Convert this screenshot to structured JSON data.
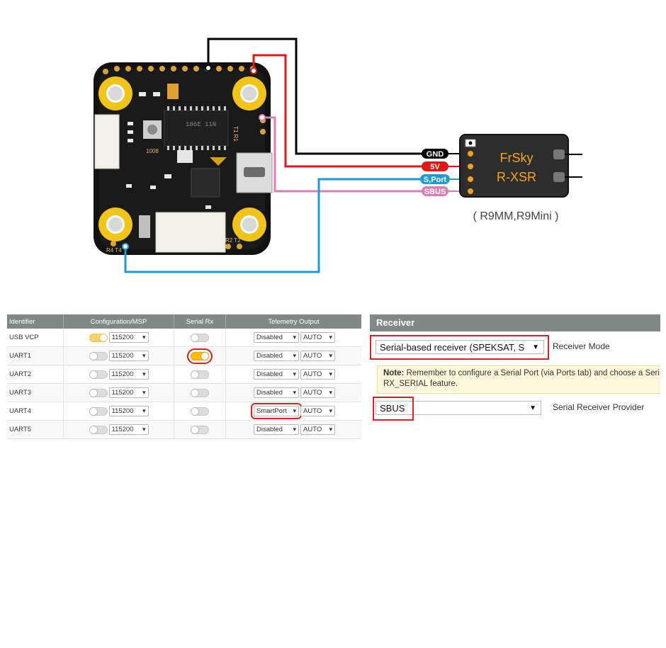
{
  "wiring": {
    "receiver_name": "FrSky",
    "receiver_model": "R-XSR",
    "compatible": "( R9MM,R9Mini )",
    "labels": [
      "GND",
      "5V",
      "S,Port",
      "SBUS"
    ],
    "colors": {
      "gnd": "#000000",
      "v5": "#e01818",
      "sport": "#1e9bd7",
      "sbus": "#e07cb4"
    },
    "board_silkscreen": {
      "uart1": "T1 R1",
      "bottom_left": "R4 T4",
      "bottom_right": "R2 T2",
      "chip_text": "186E 11N",
      "chip_code": "1008"
    }
  },
  "ports_table": {
    "headers": [
      "Identifier",
      "Configuration/MSP",
      "Serial Rx",
      "Telemetry Output"
    ],
    "rows": [
      {
        "id": "USB VCP",
        "msp": "on",
        "baud": "115200",
        "serial_rx": "off",
        "telemetry": "Disabled",
        "auto": "AUTO"
      },
      {
        "id": "UART1",
        "msp": "off",
        "baud": "115200",
        "serial_rx": "on",
        "telemetry": "Disabled",
        "auto": "AUTO"
      },
      {
        "id": "UART2",
        "msp": "off",
        "baud": "115200",
        "serial_rx": "off",
        "telemetry": "Disabled",
        "auto": "AUTO"
      },
      {
        "id": "UART3",
        "msp": "off",
        "baud": "115200",
        "serial_rx": "off",
        "telemetry": "Disabled",
        "auto": "AUTO"
      },
      {
        "id": "UART4",
        "msp": "off",
        "baud": "115200",
        "serial_rx": "off",
        "telemetry": "SmartPort",
        "auto": "AUTO"
      },
      {
        "id": "UART5",
        "msp": "off",
        "baud": "115200",
        "serial_rx": "off",
        "telemetry": "Disabled",
        "auto": "AUTO"
      }
    ]
  },
  "receiver_panel": {
    "title": "Receiver",
    "mode_value": "Serial-based receiver (SPEKSAT, S",
    "mode_label": "Receiver Mode",
    "note_bold": "Note:",
    "note_text": " Remember to configure a Serial Port (via Ports tab) and choose a Seri",
    "note_text2": "RX_SERIAL feature.",
    "provider_value": "SBUS",
    "provider_label": "Serial Receiver Provider"
  }
}
